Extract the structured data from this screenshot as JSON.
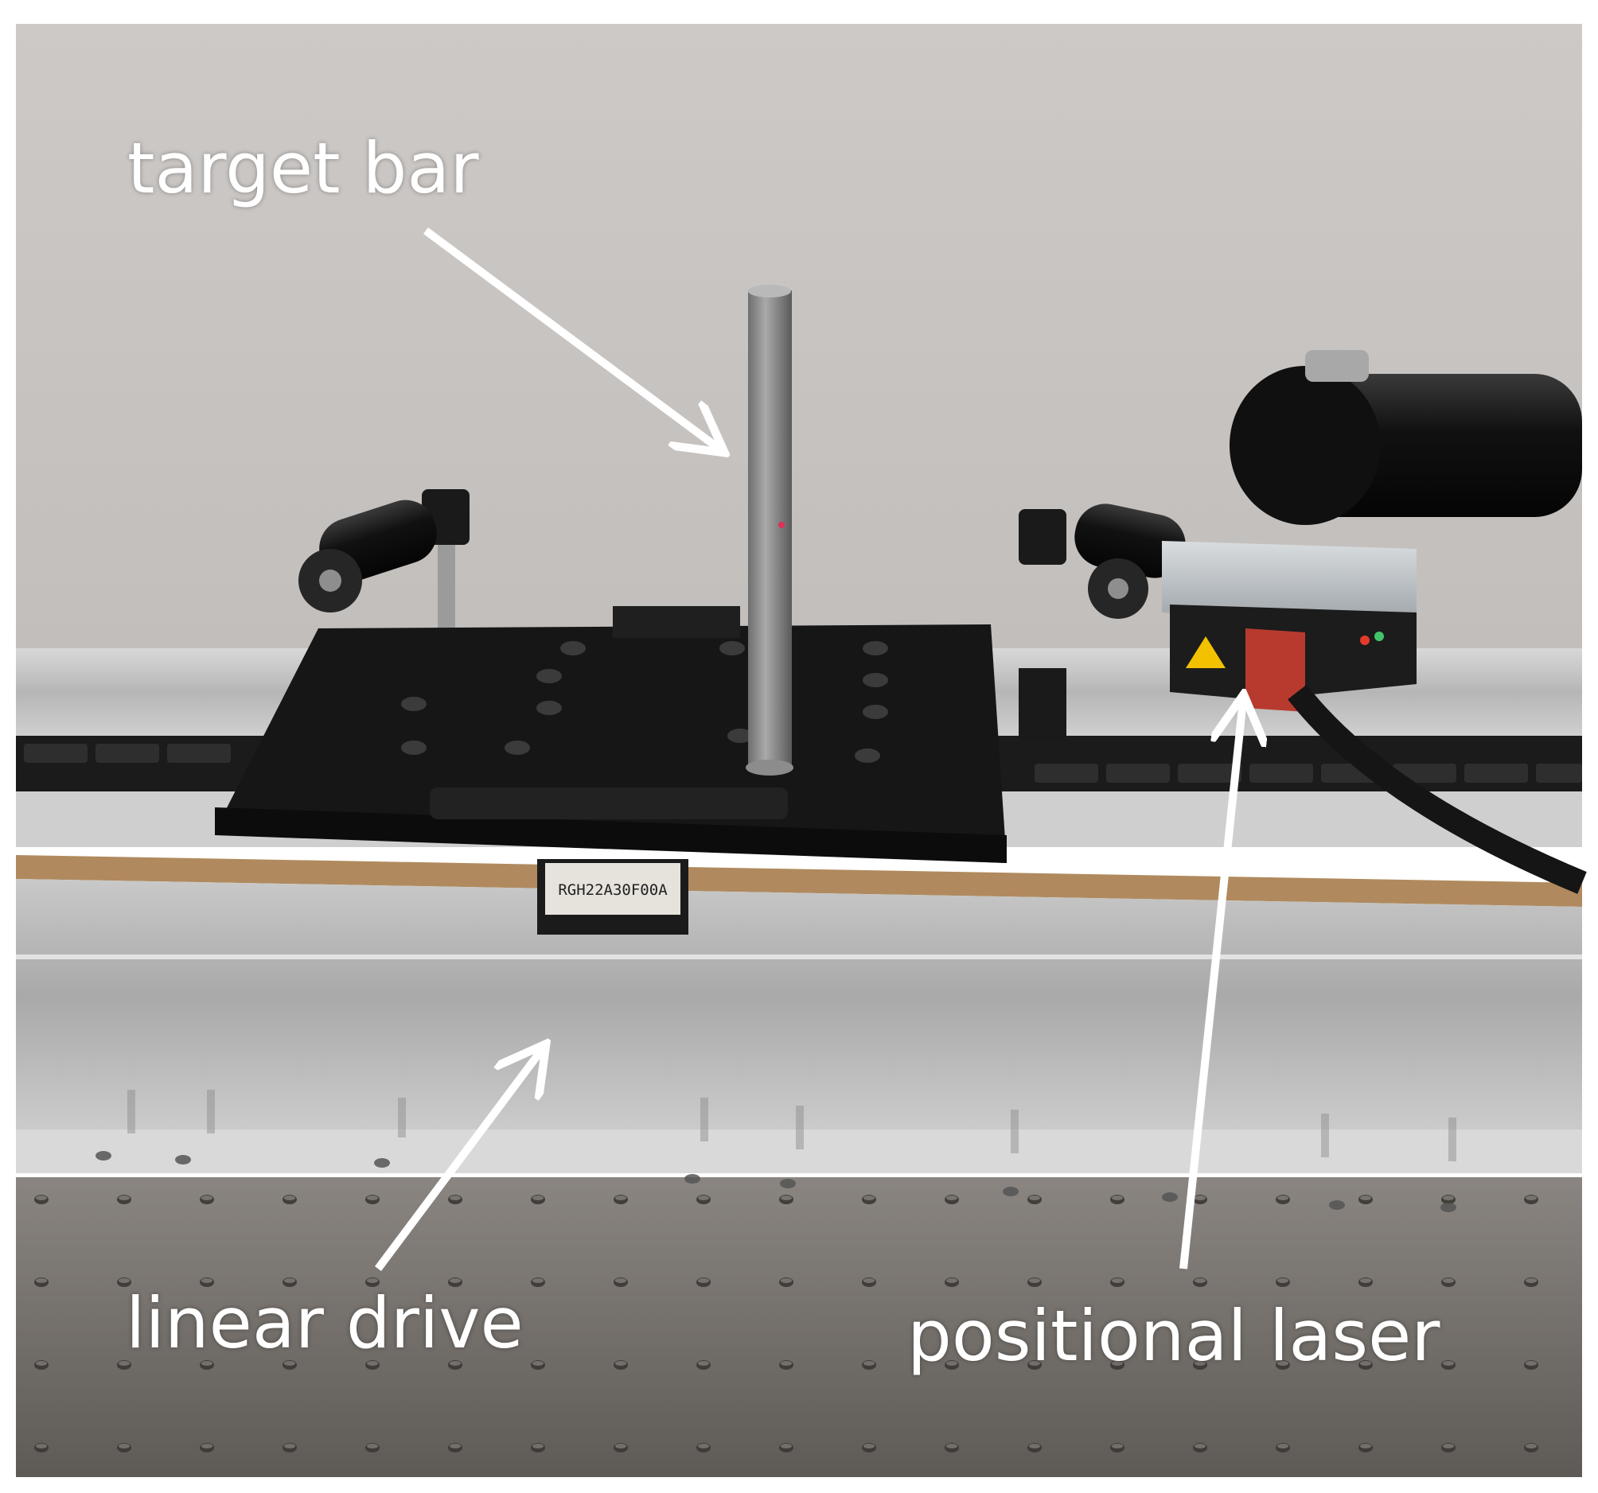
{
  "labels": {
    "target_bar": "target bar",
    "linear_drive": "linear drive",
    "positional_laser": "positional laser"
  },
  "colors": {
    "background_wall": "#c9c5c3",
    "table_surface": "#6e6a66",
    "stage_black": "#1a1a1a",
    "rail_aluminum": "#bdbdbd",
    "wood_strip": "#b08a5e",
    "laser_red": "#b83a2e",
    "annotation": "#ffffff"
  },
  "text_on_device": {
    "encoder_label": "RGH22A30F00A"
  }
}
